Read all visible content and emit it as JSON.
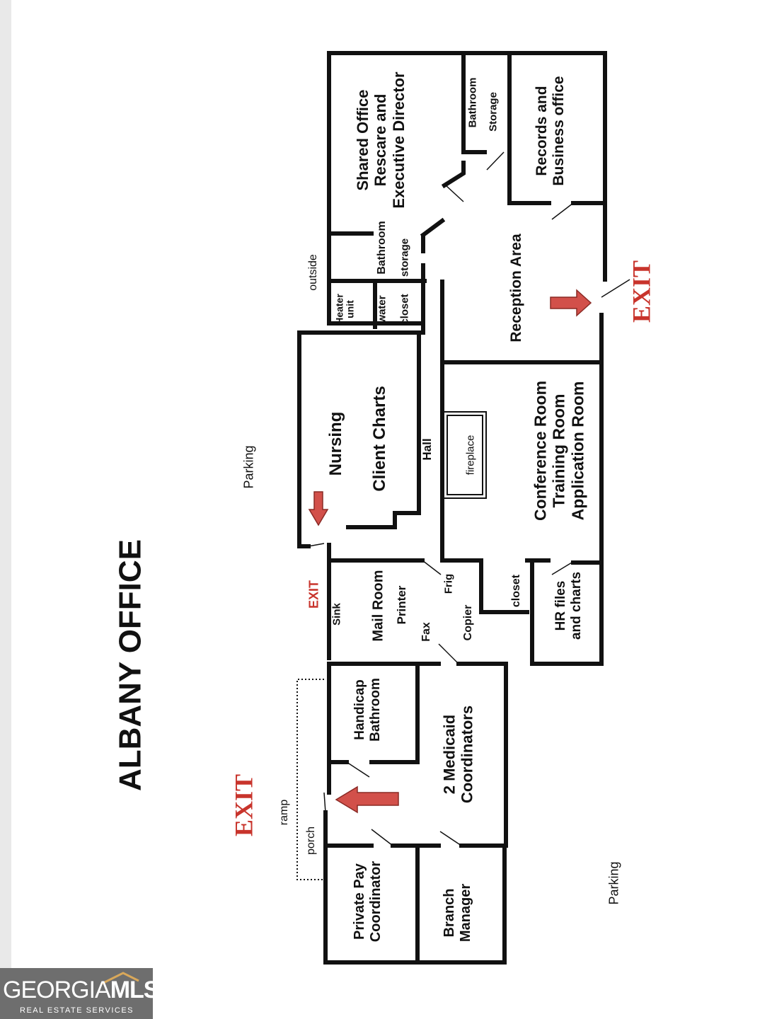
{
  "title": "ALBANY OFFICE",
  "logo": {
    "main": "GEORGIA",
    "accent": "MLS",
    "sub": "REAL ESTATE SERVICES",
    "bg": "#6e6e6e"
  },
  "colors": {
    "wall": "#111111",
    "arrow_fill": "#d2504a",
    "exit_text": "#c8342c"
  },
  "labels": {
    "shared_office_1": "Shared Office",
    "shared_office_2": "Rescare and",
    "shared_office_3": "Executive Director",
    "bathroom_top": "Bathroom",
    "storage_top": "Storage",
    "records_1": "Records and",
    "records_2": "Business office",
    "bathroom_mid": "Bathroom",
    "storage_mid": "storage",
    "outside": "outside",
    "heater_1": "Heater",
    "heater_2": "unit",
    "water": "water",
    "closet_mid": "closet",
    "reception": "Reception Area",
    "exit_right": "EXIT",
    "nursing": "Nursing",
    "client_charts": "Client Charts",
    "hall": "Hall",
    "fireplace": "fireplace",
    "conference_1": "Conference Room",
    "conference_2": "Training Room",
    "conference_3": "Application Room",
    "parking_top": "Parking",
    "exit_small": "EXIT",
    "sink": "Sink",
    "mail_room": "Mail Room",
    "printer": "Printer",
    "fax": "Fax",
    "copier": "Copier",
    "frig": "Frig",
    "closet_low": "closet",
    "hr_1": "HR files",
    "hr_2": "and charts",
    "handicap_1": "Handicap",
    "handicap_2": "Bathroom",
    "medicaid_1": "2 Medicaid",
    "medicaid_2": "Coordinators",
    "ramp": "ramp",
    "porch": "porch",
    "exit_left": "EXIT",
    "private_pay_1": "Private Pay",
    "private_pay_2": "Coordinator",
    "branch_1": "Branch",
    "branch_2": "Manager",
    "parking_bottom": "Parking"
  }
}
